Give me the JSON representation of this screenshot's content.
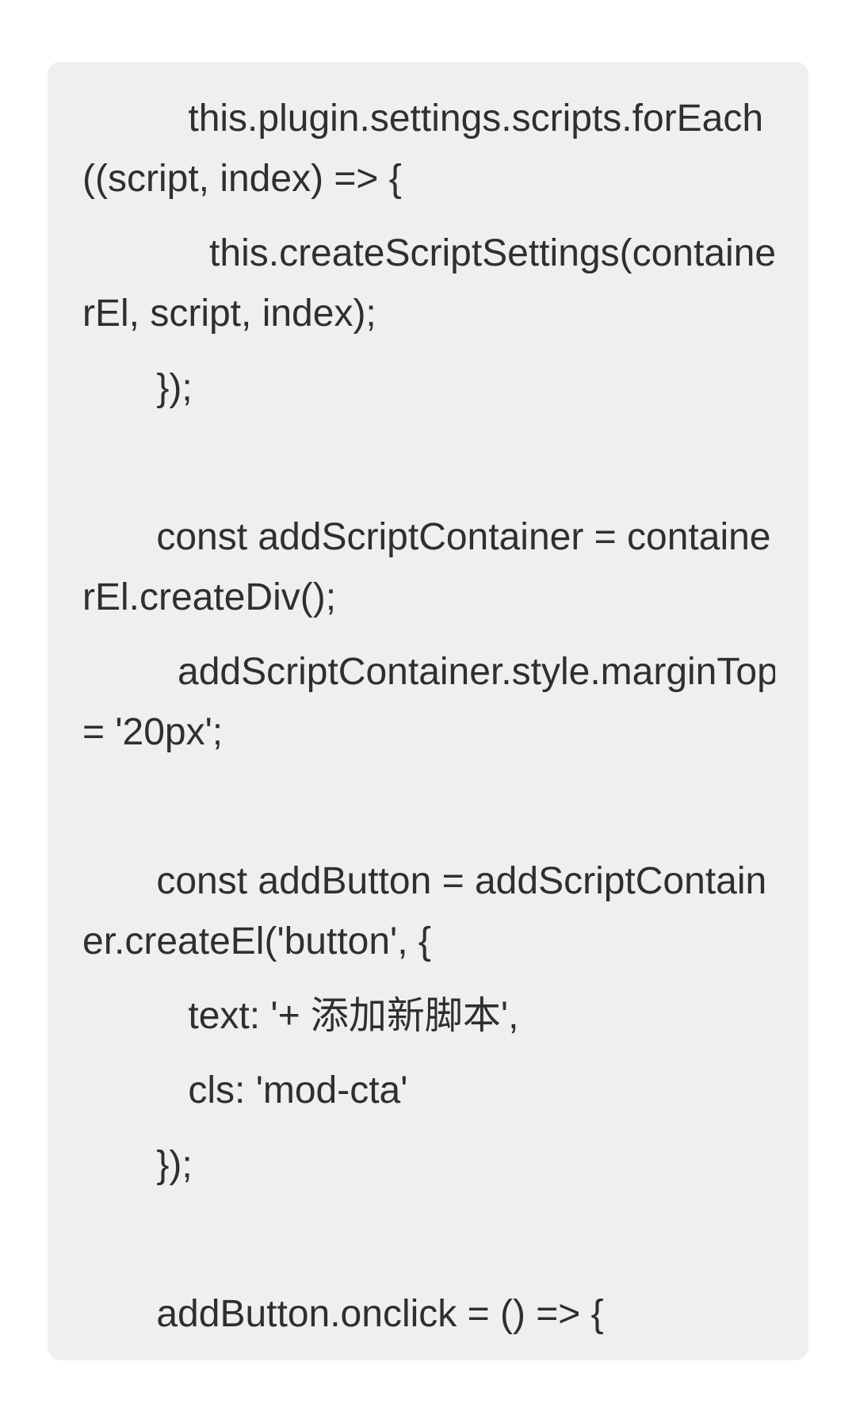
{
  "colors": {
    "page_bg": "#ffffff",
    "bubble_bg": "#efefef",
    "text": "#2f2f2f"
  },
  "code": {
    "language": "javascript",
    "paragraphs": [
      {
        "lines": [
          "          this.plugin.settings.scripts.forEach",
          "((script, index) => {"
        ]
      },
      {
        "lines": [
          "            this.createScriptSettings(containe",
          "rEl, script, index);"
        ]
      },
      {
        "lines": [
          "       });"
        ]
      },
      {
        "blank": true
      },
      {
        "lines": [
          "       const addScriptContainer = containe",
          "rEl.createDiv();"
        ]
      },
      {
        "lines": [
          "         addScriptContainer.style.marginTop",
          "= '20px';"
        ]
      },
      {
        "blank": true
      },
      {
        "lines": [
          "       const addButton = addScriptContain",
          "er.createEl('button', {"
        ]
      },
      {
        "lines": [
          "          text: '+ 添加新脚本',"
        ]
      },
      {
        "lines": [
          "          cls: 'mod-cta'"
        ]
      },
      {
        "lines": [
          "       });"
        ]
      },
      {
        "blank": true
      },
      {
        "lines": [
          "       addButton.onclick = () => {"
        ]
      }
    ]
  }
}
